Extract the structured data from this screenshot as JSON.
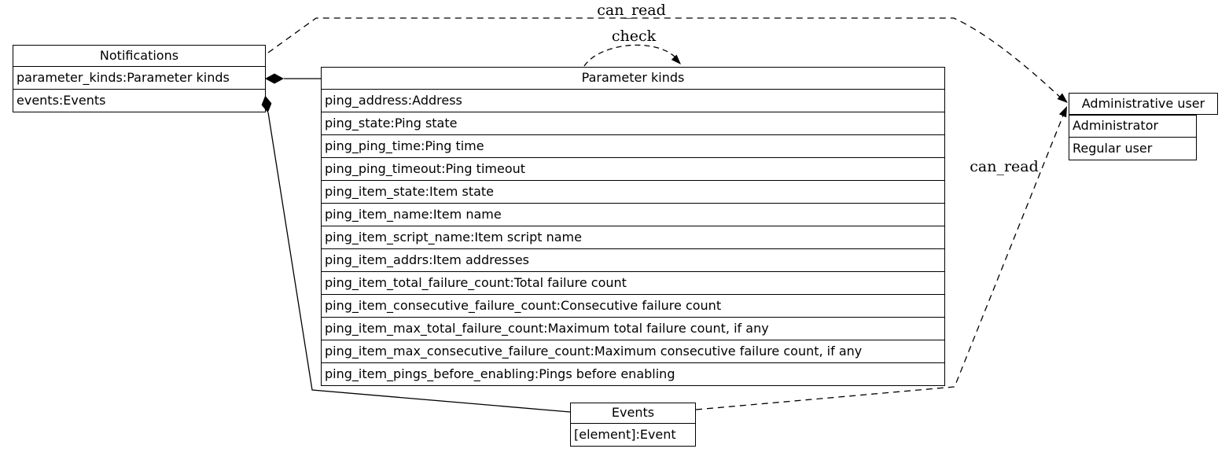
{
  "canvas": {
    "background": "#ffffff",
    "line_color": "#000000"
  },
  "nodes": {
    "notifications": {
      "title": "Notifications",
      "rows": [
        "parameter_kinds:Parameter kinds",
        "events:Events"
      ]
    },
    "parameter_kinds": {
      "title": "Parameter kinds",
      "rows": [
        "ping_address:Address",
        "ping_state:Ping state",
        "ping_ping_time:Ping time",
        "ping_ping_timeout:Ping timeout",
        "ping_item_state:Item state",
        "ping_item_name:Item name",
        "ping_item_script_name:Item script name",
        "ping_item_addrs:Item addresses",
        "ping_item_total_failure_count:Total failure count",
        "ping_item_consecutive_failure_count:Consecutive failure count",
        "ping_item_max_total_failure_count:Maximum total failure count, if any",
        "ping_item_max_consecutive_failure_count:Maximum consecutive failure count, if any",
        "ping_item_pings_before_enabling:Pings before enabling"
      ]
    },
    "administrative_user": {
      "title": "Administrative user",
      "rows": [
        "Administrator",
        "Regular user"
      ]
    },
    "events": {
      "title": "Events",
      "rows": [
        "[element]:Event"
      ]
    }
  },
  "edges": {
    "can_read_top": {
      "label": "can_read",
      "style": "dashed",
      "from": "Notifications",
      "to": "Administrative user",
      "head": "arrow"
    },
    "check_loop": {
      "label": "check",
      "style": "dashed",
      "from": "Parameter kinds",
      "to": "Parameter kinds",
      "head": "arrow"
    },
    "can_read_bottom": {
      "label": "can_read",
      "style": "dashed",
      "from": "Events",
      "to": "Administrative user",
      "head": "arrow"
    },
    "notifications_to_parameter_kinds": {
      "label": "",
      "style": "solid",
      "from": "Notifications.parameter_kinds",
      "to": "Parameter kinds",
      "tail": "filled-diamond"
    },
    "notifications_to_events": {
      "label": "",
      "style": "solid",
      "from": "Notifications.events",
      "to": "Events",
      "tail": "filled-diamond"
    }
  }
}
